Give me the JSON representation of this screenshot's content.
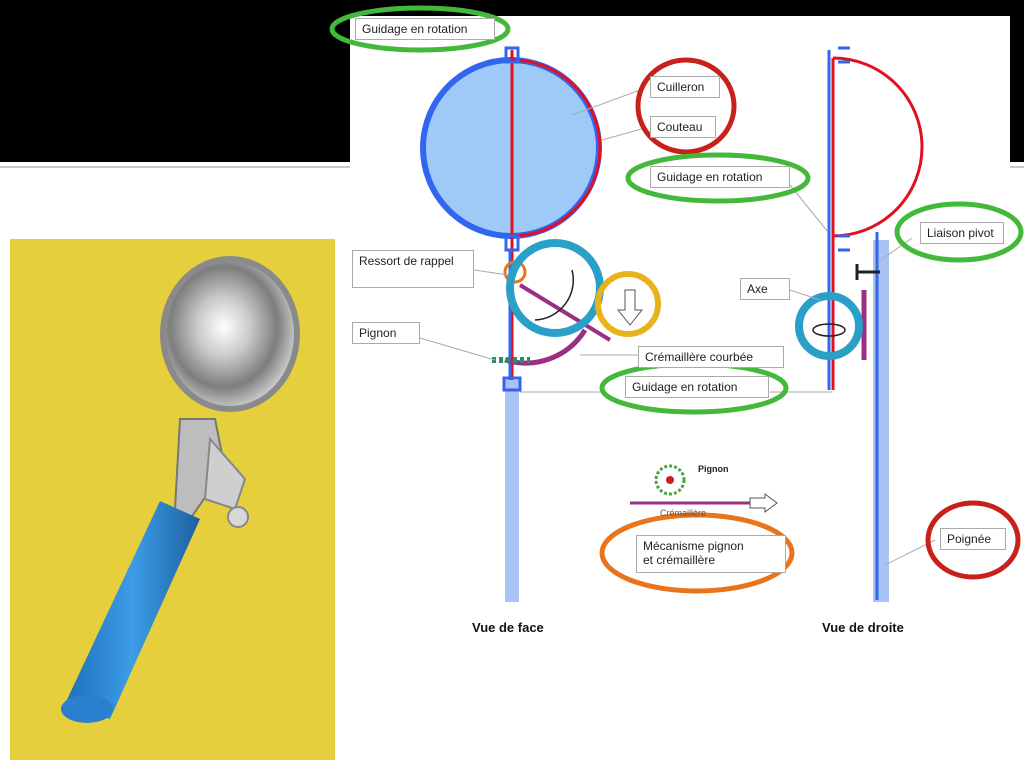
{
  "labels": {
    "guidage_top": "Guidage  en rotation",
    "cuilleron": "Cuilleron",
    "couteau": "Couteau",
    "guidage_mid": "Guidage  en rotation",
    "liaison_pivot": "Liaison pivot",
    "ressort": "Ressort de rappel",
    "axe": "Axe",
    "pignon": "Pignon",
    "cremaillere": "Crémaillère  courbée",
    "guidage_low": "Guidage  en rotation",
    "pignon_small": "Pignon",
    "cremaillere_small": "Crémaillère",
    "mecanisme_line1": "Mécanisme pignon",
    "mecanisme_line2": "et crémaillère",
    "poignee": "Poignée",
    "vue_face": "Vue de face",
    "vue_droite": "Vue de droite"
  },
  "colors": {
    "blue": "#3366ee",
    "light_blue": "#9fcaf8",
    "handle_blue": "#a9c4f4",
    "red": "#e01020",
    "green_ring": "#44b83a",
    "red_ring": "#c8201a",
    "orange_ring": "#e9741c",
    "cyan_ring": "#2aa0c8",
    "yellow_ring": "#e7b21a",
    "purple": "#9c2f82",
    "teal": "#2a8c68"
  }
}
